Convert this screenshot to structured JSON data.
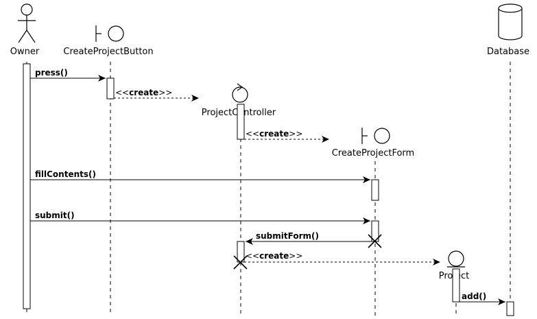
{
  "participants": [
    {
      "id": "owner",
      "name": "Owner",
      "kind": "actor"
    },
    {
      "id": "button",
      "name": "CreateProjectButton",
      "kind": "boundary"
    },
    {
      "id": "controller",
      "name": "ProjectController",
      "kind": "control"
    },
    {
      "id": "form",
      "name": "CreateProjectForm",
      "kind": "boundary"
    },
    {
      "id": "project",
      "name": "Project",
      "kind": "entity"
    },
    {
      "id": "database",
      "name": "Database",
      "kind": "database"
    }
  ],
  "messages": [
    {
      "label": "press()",
      "from": "owner",
      "to": "button",
      "style": "sync"
    },
    {
      "stereo_open": "<<",
      "label": "create",
      "stereo_close": ">>",
      "from": "button",
      "to": "controller",
      "style": "create"
    },
    {
      "stereo_open": "<<",
      "label": "create",
      "stereo_close": ">>",
      "from": "controller",
      "to": "form",
      "style": "create"
    },
    {
      "label": "fillContents()",
      "from": "owner",
      "to": "form",
      "style": "sync"
    },
    {
      "label": "submit()",
      "from": "owner",
      "to": "form",
      "style": "sync"
    },
    {
      "label": "submitForm()",
      "from": "form",
      "to": "controller",
      "style": "sync"
    },
    {
      "stereo_open": "<<",
      "label": "create",
      "stereo_close": ">>",
      "from": "controller",
      "to": "project",
      "style": "create"
    },
    {
      "label": "add()",
      "from": "project",
      "to": "database",
      "style": "sync"
    }
  ]
}
